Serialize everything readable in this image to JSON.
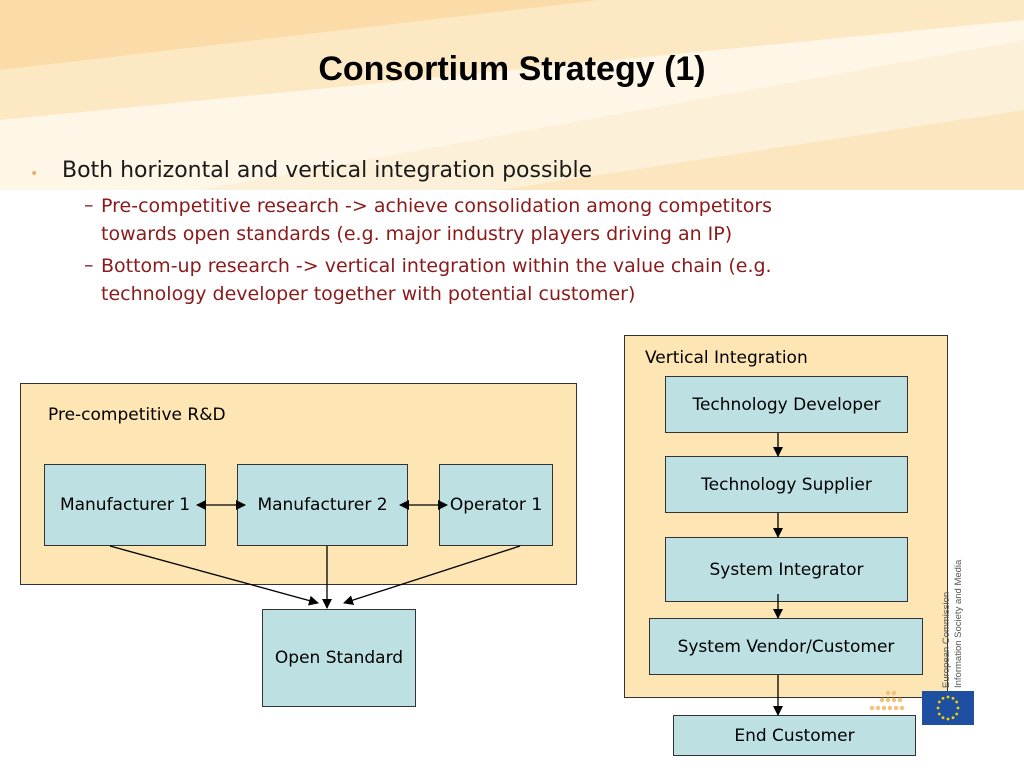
{
  "slide": {
    "title": "Consortium Strategy (1)",
    "bullet": "Both horizontal and vertical integration possible",
    "subbullets": [
      {
        "line1": "Pre-competitive research -> achieve consolidation among competitors",
        "line2": "towards open standards (e.g. major industry players driving an IP)"
      },
      {
        "line1": "Bottom-up research -> vertical integration within the value chain (e.g.",
        "line2": "technology developer together with potential customer)"
      }
    ],
    "dash": "–"
  },
  "horizontal": {
    "label": "Pre-competitive R&D",
    "boxes": [
      "Manufacturer 1",
      "Manufacturer 2",
      "Operator 1"
    ],
    "output": "Open Standard"
  },
  "vertical": {
    "label": "Vertical Integration",
    "chain": [
      "Technology Developer",
      "Technology Supplier",
      "System Integrator",
      "System Vendor/Customer"
    ],
    "end": "End Customer"
  },
  "logo": {
    "line1": "European Commission",
    "line2": "Information Society and Media"
  },
  "colors": {
    "panel": "#fde5b4",
    "box": "#bde0e3",
    "subbullet": "#8b1a1a",
    "bullet_dot": "#f0b060",
    "eu_blue": "#1f4fa0",
    "eu_star": "#f5d000"
  }
}
